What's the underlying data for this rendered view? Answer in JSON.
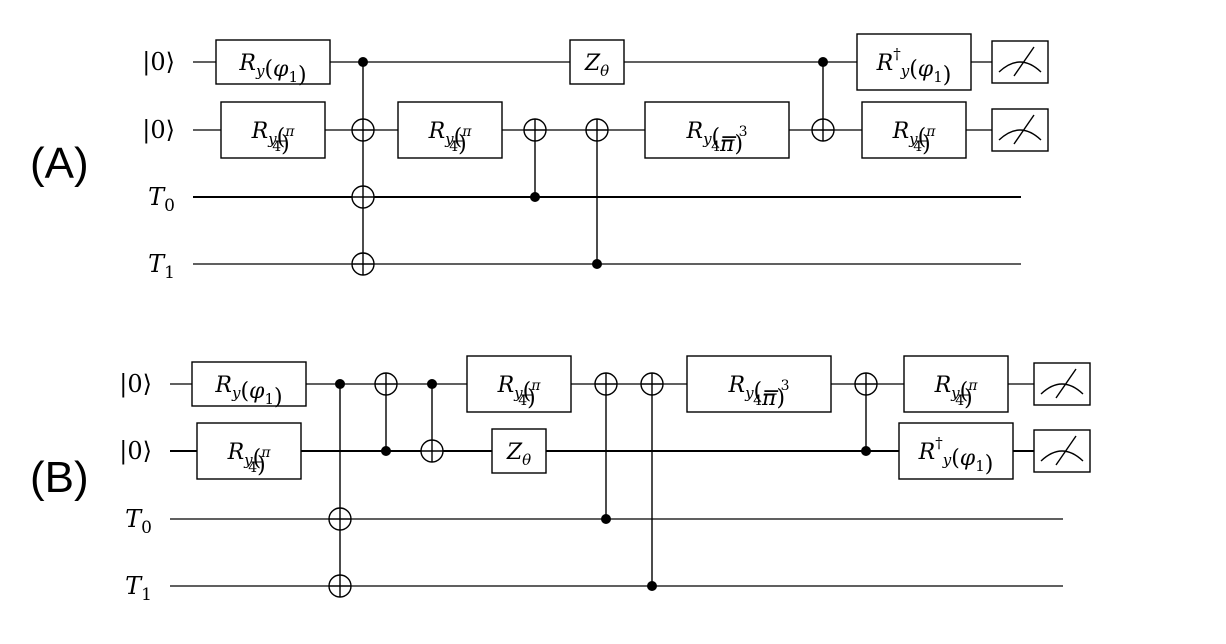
{
  "panels": [
    {
      "id": "A",
      "panel_label": "(A)",
      "wire_labels": [
        "|0⟩",
        "|0⟩",
        "T0",
        "T1"
      ],
      "gates": [
        {
          "kind": "box",
          "wire": 0,
          "text": "Ry(φ1)"
        },
        {
          "kind": "box",
          "wire": 1,
          "text": "Ry(π/4)"
        },
        {
          "kind": "multi",
          "control": 0,
          "targets": [
            1,
            2,
            3
          ]
        },
        {
          "kind": "box",
          "wire": 1,
          "text": "Ry(π/4)"
        },
        {
          "kind": "cnot",
          "control": 2,
          "target": 1
        },
        {
          "kind": "box",
          "wire": 0,
          "text": "Zθ"
        },
        {
          "kind": "cnot",
          "control": 3,
          "target": 1
        },
        {
          "kind": "box",
          "wire": 1,
          "text": "Ry(−3/4 π)"
        },
        {
          "kind": "cnot",
          "control": 0,
          "target": 1
        },
        {
          "kind": "box",
          "wire": 0,
          "text": "Ry†(φ1)"
        },
        {
          "kind": "box",
          "wire": 1,
          "text": "Ry(π/4)"
        },
        {
          "kind": "meter",
          "wire": 0
        },
        {
          "kind": "meter",
          "wire": 1
        }
      ]
    },
    {
      "id": "B",
      "panel_label": "(B)",
      "wire_labels": [
        "|0⟩",
        "|0⟩",
        "T0",
        "T1"
      ],
      "gates": [
        {
          "kind": "box",
          "wire": 0,
          "text": "Ry(φ1)"
        },
        {
          "kind": "box",
          "wire": 1,
          "text": "Ry(π/4)"
        },
        {
          "kind": "multi",
          "control": 0,
          "targets": [
            2,
            3
          ]
        },
        {
          "kind": "cnot",
          "control": 1,
          "target": 0
        },
        {
          "kind": "cnot",
          "control": 0,
          "target": 1
        },
        {
          "kind": "box",
          "wire": 0,
          "text": "Ry(π/4)"
        },
        {
          "kind": "box",
          "wire": 1,
          "text": "Zθ"
        },
        {
          "kind": "cnot",
          "control": 2,
          "target": 0
        },
        {
          "kind": "cnot",
          "control": 3,
          "target": 0
        },
        {
          "kind": "box",
          "wire": 0,
          "text": "Ry(−3/4 π)"
        },
        {
          "kind": "cnot",
          "control": 1,
          "target": 0
        },
        {
          "kind": "box",
          "wire": 0,
          "text": "Ry(π/4)"
        },
        {
          "kind": "box",
          "wire": 1,
          "text": "Ry†(φ1)"
        },
        {
          "kind": "meter",
          "wire": 0
        },
        {
          "kind": "meter",
          "wire": 1
        }
      ]
    }
  ]
}
